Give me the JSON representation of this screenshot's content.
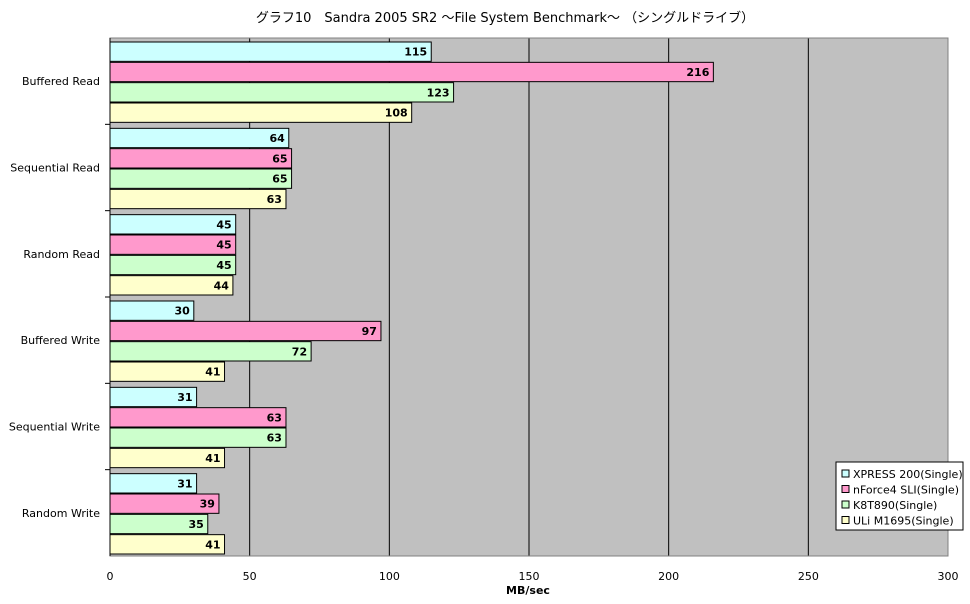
{
  "chart_data": {
    "type": "bar",
    "orientation": "horizontal",
    "title": "グラフ10　Sandra 2005 SR2 ～File System Benchmark～ （シングルドライブ）",
    "xlabel": "MB/sec",
    "ylabel": "",
    "xlim": [
      0,
      300
    ],
    "ticks": [
      "0",
      "50",
      "100",
      "150",
      "200",
      "250",
      "300"
    ],
    "grid": true,
    "legend_position": "right",
    "plot_background": "#c0c0c0",
    "categories": [
      "Buffered Read",
      "Sequential Read",
      "Random Read",
      "Buffered Write",
      "Sequential Write",
      "Random Write"
    ],
    "series": [
      {
        "name": "XPRESS 200(Single)",
        "color": "#ccffff",
        "values": [
          115,
          64,
          45,
          30,
          31,
          31
        ]
      },
      {
        "name": "nForce4 SLI(Single)",
        "color": "#ff99cc",
        "values": [
          216,
          65,
          45,
          97,
          63,
          39
        ]
      },
      {
        "name": "K8T890(Single)",
        "color": "#ccffcc",
        "values": [
          123,
          65,
          45,
          72,
          63,
          35
        ]
      },
      {
        "name": "ULi M1695(Single)",
        "color": "#ffffcc",
        "values": [
          108,
          63,
          44,
          41,
          41,
          41
        ]
      }
    ]
  }
}
